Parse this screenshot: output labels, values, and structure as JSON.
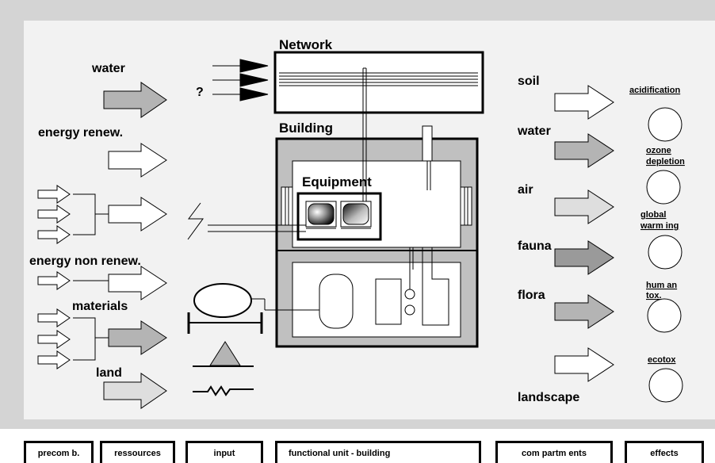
{
  "colors": {
    "outer_bg": "#d4d4d4",
    "panel_bg": "#f2f2f2",
    "building_fill": "#c0c0c0",
    "arrow_dark": "#9a9a9a",
    "arrow_mid": "#b4b4b4",
    "arrow_light": "#dedede",
    "arrow_white": "#ffffff",
    "stroke": "#000000"
  },
  "labels": {
    "network": "Network",
    "building": "Building",
    "equipment": "Equipment",
    "question": "?"
  },
  "resources": {
    "water": "water",
    "energy_renew": "energy renew.",
    "energy_non_renew": "energy non renew.",
    "materials": "materials",
    "land": "land"
  },
  "compartments": {
    "soil": "soil",
    "water": "water",
    "air": "air",
    "fauna": "fauna",
    "flora": "flora",
    "landscape": "landscape"
  },
  "effects": {
    "acidification": "acidification",
    "ozone_1": "ozone",
    "ozone_2": "depletion",
    "global_1": "global",
    "global_2": "warm ing",
    "human_1": "hum an",
    "human_2": "tox.",
    "ecotox": "ecotox"
  },
  "legend": {
    "precomb": "precom b.",
    "ressources": "ressources",
    "input": "input",
    "functional_unit": "functional unit - building",
    "compartments": "com partm ents",
    "effects": "effects"
  }
}
